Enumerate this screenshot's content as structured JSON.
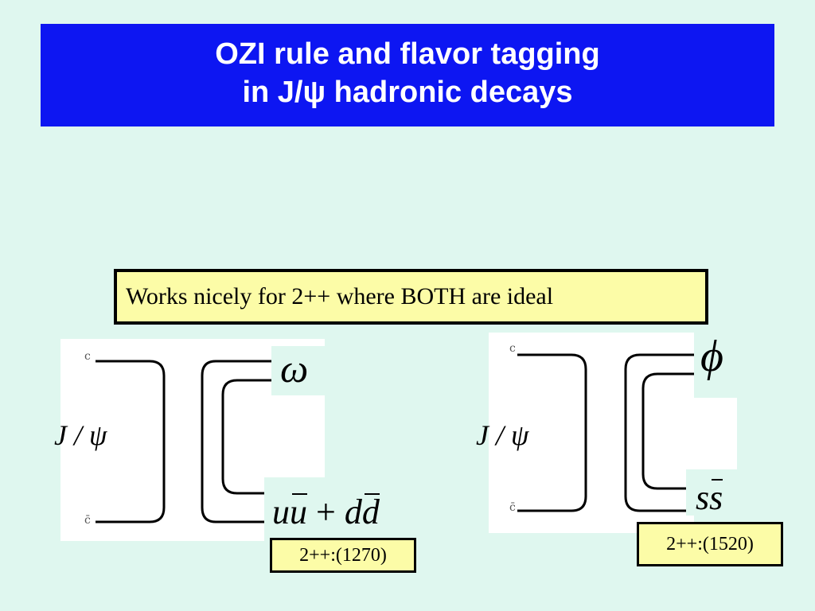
{
  "title": {
    "line1": "OZI rule and flavor tagging",
    "line2": "in J/ψ hadronic decays"
  },
  "note": "Works nicely for 2++ where BOTH are ideal",
  "left_diagram": {
    "quark_top": "c",
    "quark_bottom": "c̄",
    "parent": "J / ψ",
    "meson_top": "ω",
    "meson_bottom_parts": [
      "u",
      "u",
      " + ",
      "d",
      "d"
    ],
    "tag": "2++:(1270)"
  },
  "right_diagram": {
    "quark_top": "c",
    "quark_bottom": "c̄",
    "parent": "J / ψ",
    "meson_top": "ϕ",
    "meson_bottom_parts": [
      "s",
      "s"
    ],
    "tag": "2++:(1520)"
  },
  "colors": {
    "background": "#dff7ef",
    "title_bg": "#0d16f2",
    "title_text": "#ffffff",
    "note_bg": "#fcfca7"
  }
}
